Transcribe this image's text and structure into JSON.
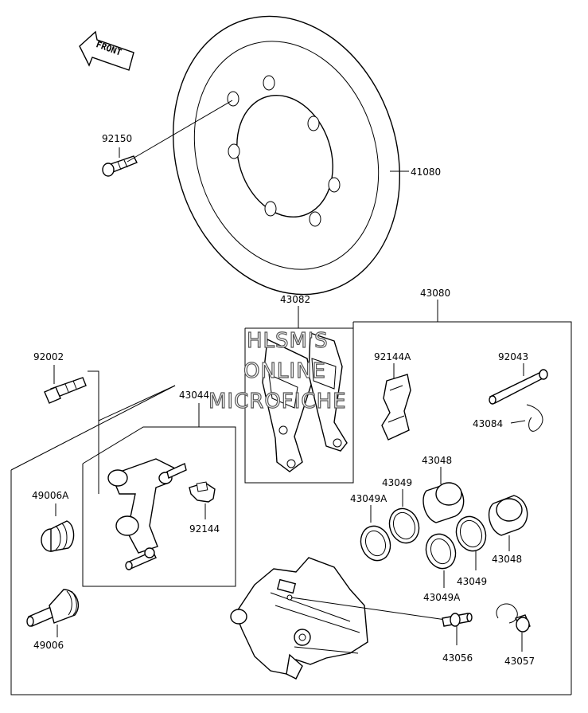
{
  "front_arrow": {
    "label": "FRONT",
    "icon": "front-direction-arrow-icon"
  },
  "watermark": {
    "line1": "HLSM'S",
    "line2": "ONLINE",
    "line3": "MICROFICHE"
  },
  "part_labels": {
    "p92150": "92150",
    "p41080": "41080",
    "p43082": "43082",
    "p43080": "43080",
    "p92002": "92002",
    "p43044": "43044",
    "p92144A": "92144A",
    "p92043": "92043",
    "p43084": "43084",
    "p49006A": "49006A",
    "p92144": "92144",
    "p43048_top": "43048",
    "p43049_top": "43049",
    "p43049A_top": "43049A",
    "p43048_right": "43048",
    "p43049_bottom": "43049",
    "p43049A_bottom": "43049A",
    "p49006": "49006",
    "p43056": "43056",
    "p43057": "43057"
  }
}
